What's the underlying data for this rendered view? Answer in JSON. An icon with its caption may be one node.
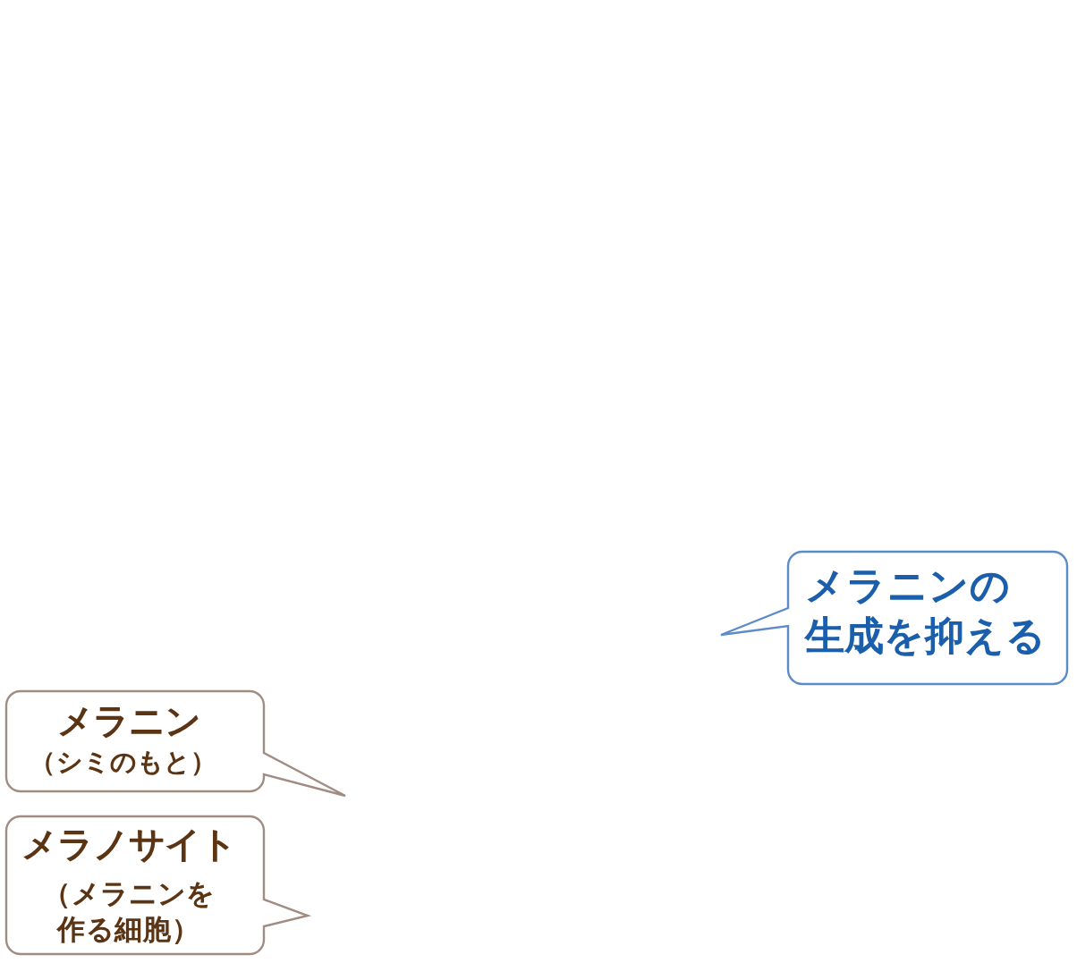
{
  "diagram": {
    "nodes": [
      {
        "text": [
          "メラニンの生成を抑える"
        ]
      },
      {
        "text": [
          "メラニン",
          "（シミのもと）"
        ]
      },
      {
        "text": [
          "メラノサイト",
          "（メラニンを作る細胞）"
        ]
      }
    ]
  }
}
